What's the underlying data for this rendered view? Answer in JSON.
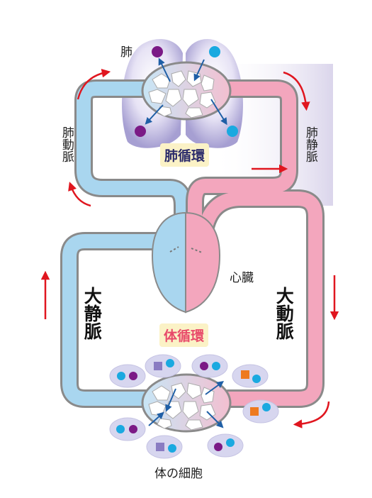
{
  "labels": {
    "lung": "肺",
    "pulmonary_artery": "肺動脈",
    "pulmonary_vein": "肺静脈",
    "pulmonary_circulation": "肺循環",
    "heart": "心臓",
    "vena_cava": "大静脈",
    "aorta": "大動脈",
    "systemic_circulation": "体循環",
    "body_cells": "体の細胞"
  },
  "colors": {
    "vein_blue": "#a9d6ef",
    "artery_pink": "#f3a6bd",
    "lung_lavender": "#c9c3e6",
    "arrow_red": "#e0161f",
    "arrow_blue": "#1f5fa6",
    "tag_bg": "#fbf2c6",
    "systemic_text": "#e84a6a",
    "pulmonary_text": "#2a2a6a",
    "dot_purple": "#7b1a86",
    "dot_cyan": "#1aa9e0",
    "dot_orange": "#ee7a1f"
  }
}
